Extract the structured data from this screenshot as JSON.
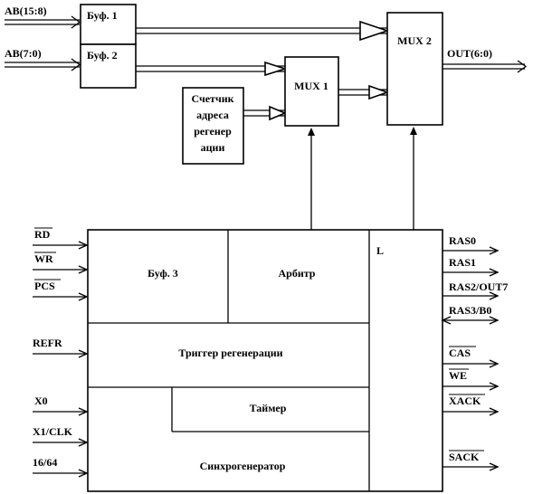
{
  "inputs_top": {
    "ab_high": "AB(15:8)",
    "ab_low": "AB(7:0)"
  },
  "blocks": {
    "buf1": "Буф. 1",
    "buf2": "Буф. 2",
    "counter": [
      "Счетчик",
      "адреса",
      "регенер",
      "ации"
    ],
    "mux1": "MUX 1",
    "mux2": "MUX 2",
    "buf3": "Буф. 3",
    "arbiter": "Арбитр",
    "l_block": "L",
    "trigger": "Триггер регенерации",
    "timer": "Таймер",
    "syncgen": "Синхрогенератор"
  },
  "output_top": "OUT(6:0)",
  "left_signals": {
    "rd": "RD",
    "wr": "WR",
    "pcs": "PCS",
    "refr": "REFR",
    "x0": "X0",
    "x1clk": "X1/CLK",
    "b1664": "16/64"
  },
  "right_signals": {
    "ras0": "RAS0",
    "ras1": "RAS1",
    "ras2": "RAS2/OUT7",
    "ras3": "RAS3/B0",
    "cas": "CAS",
    "we": "WE",
    "xack": "XACK",
    "sack": "SACK"
  }
}
